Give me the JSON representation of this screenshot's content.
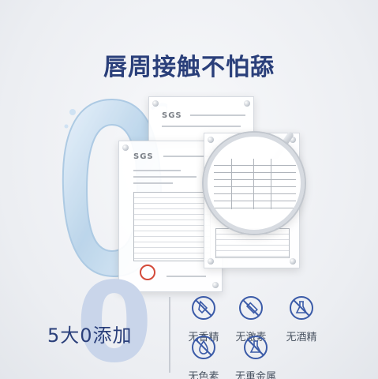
{
  "headline": "唇周接触不怕舔",
  "certificates": {
    "brand": "SGS"
  },
  "zero_banner": {
    "label": "5大0添加"
  },
  "badges": [
    {
      "label": "无香精",
      "icon": "no-fragrance-dropper-icon"
    },
    {
      "label": "无激素",
      "icon": "no-hormone-syringe-icon"
    },
    {
      "label": "无酒精",
      "icon": "no-alcohol-flask-icon"
    },
    {
      "label": "无色素",
      "icon": "no-pigment-dropper-icon"
    },
    {
      "label": "无重金属",
      "icon": "no-heavy-metal-flask-icon"
    }
  ],
  "colors": {
    "headline": "#2a3f7a",
    "icon_stroke": "#3b5ba8",
    "zero_fill": "#c9d5ea"
  }
}
